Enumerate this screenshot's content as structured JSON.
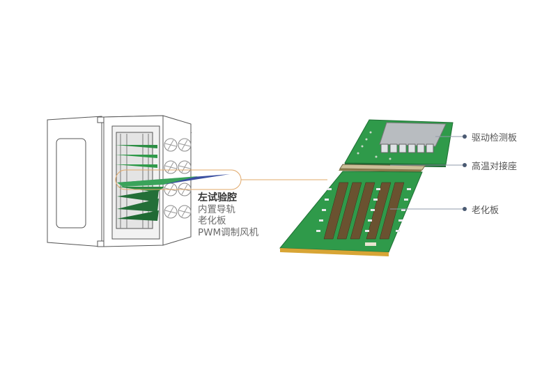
{
  "caption": {
    "title": "左试验腔",
    "lines": [
      "内置导轨",
      "老化板",
      "PWM调制风机"
    ]
  },
  "callouts": [
    {
      "label": "驱动检测板"
    },
    {
      "label": "高温对接座"
    },
    {
      "label": "老化板"
    }
  ],
  "colors": {
    "pcb_green": "#2f9a4a",
    "pcb_dark": "#1f6f34",
    "accent_line": "#e0a86a",
    "cabinet_line": "#555555",
    "dot": "#4a5a72"
  }
}
